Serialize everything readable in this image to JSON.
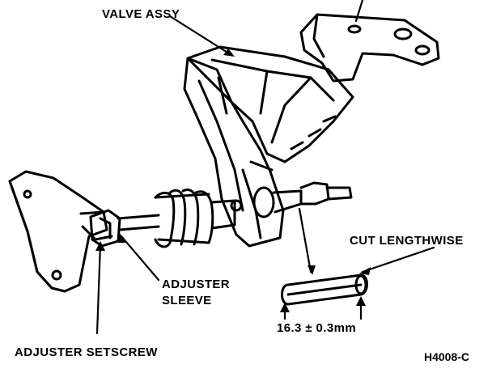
{
  "labels": {
    "valve_assy": "VALVE ASSY",
    "cut_lengthwise": "CUT LENGTHWISE",
    "adjuster_sleeve_line1": "ADJUSTER",
    "adjuster_sleeve_line2": "SLEEVE",
    "adjuster_setscrew": "ADJUSTER SETSCREW",
    "dimension": "16.3 ± 0.3mm",
    "figure_code": "H4008-C"
  },
  "colors": {
    "ink": "#000000",
    "paper": "#ffffff"
  }
}
